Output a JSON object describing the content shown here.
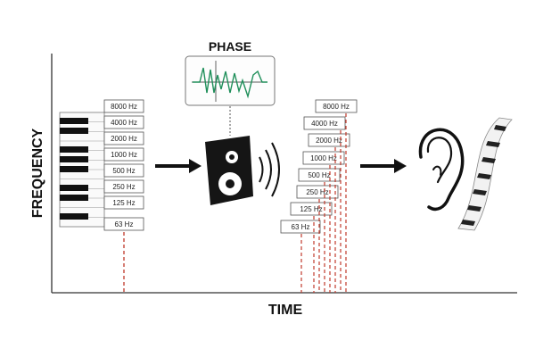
{
  "axes": {
    "y_label": "FREQUENCY",
    "x_label": "TIME"
  },
  "phase_label": "PHASE",
  "input_bands": [
    "8000 Hz",
    "4000 Hz",
    "2000 Hz",
    "1000 Hz",
    "500 Hz",
    "250 Hz",
    "125 Hz",
    "63 Hz"
  ],
  "output_bands": [
    "8000 Hz",
    "4000 Hz",
    "2000 Hz",
    "1000 Hz",
    "500 Hz",
    "250 Hz",
    "125 Hz",
    "63 Hz"
  ],
  "icons": {
    "piano": "piano-keys-icon",
    "speaker": "loudspeaker-icon",
    "sound_waves": "sound-waves-icon",
    "ear": "ear-icon",
    "arrow": "right-arrow-icon"
  },
  "colors": {
    "axis": "#333333",
    "dashed_marker": "#c0392b",
    "waveform": "#1f8f5a",
    "ink": "#111111"
  }
}
